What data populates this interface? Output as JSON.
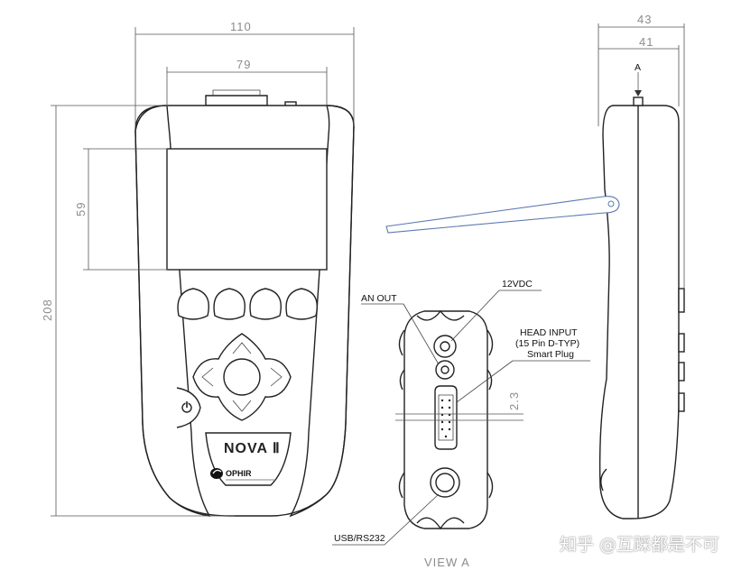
{
  "dimensions": {
    "width_110": "110",
    "width_79": "79",
    "height_59": "59",
    "height_208": "208",
    "depth_43": "43",
    "depth_41": "41",
    "spacing_2_3": "2.3"
  },
  "labels": {
    "section_a": "A",
    "view_a": "VIEW A",
    "an_out": "AN OUT",
    "dc_12v": "12VDC",
    "head_input_line1": "HEAD INPUT",
    "head_input_line2": "(15 Pin D-TYP)",
    "head_input_line3": "Smart Plug",
    "usb_rs232": "USB/RS232"
  },
  "device": {
    "model": "NOVA Ⅱ",
    "brand_logo": "OPHIR",
    "power_icon": "power-icon"
  },
  "watermark": "知乎 @互踩都是不可"
}
